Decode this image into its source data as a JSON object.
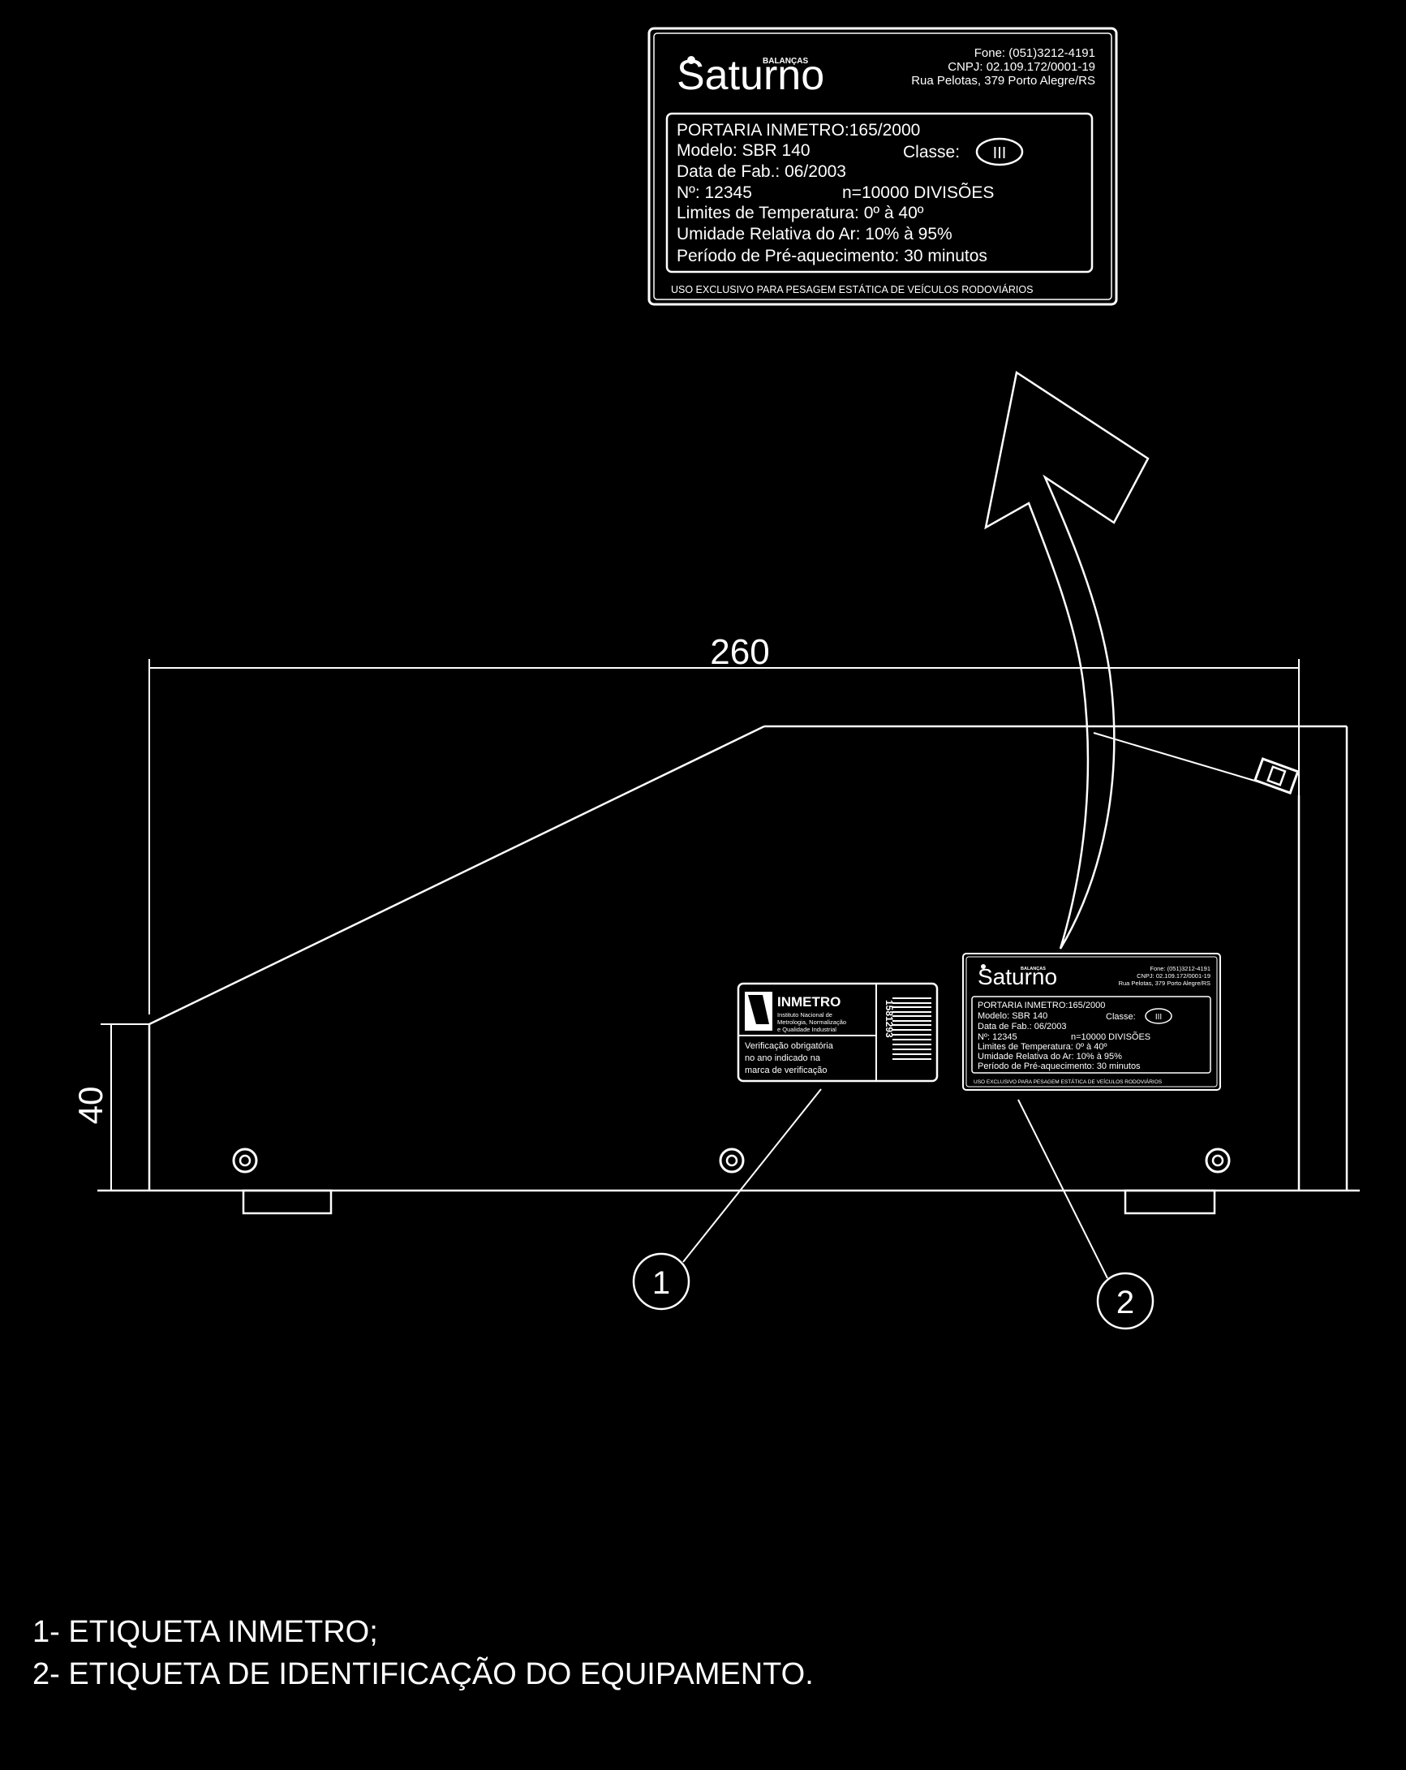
{
  "colors": {
    "background": "#000000",
    "line": "#ffffff"
  },
  "big_label": {
    "brand_small": "BALANÇAS",
    "brand": "Saturno",
    "phone": "Fone: (051)3212-4191",
    "cnpj": "CNPJ: 02.109.172/0001-19",
    "address": "Rua Pelotas, 379 Porto Alegre/RS",
    "portaria": "PORTARIA INMETRO:165/2000",
    "modelo": "Modelo: SBR 140",
    "classe_label": "Classe:",
    "classe_value": "III",
    "data_fab": "Data de Fab.: 06/2003",
    "numero": "Nº: 12345",
    "divisoes": "n=10000 DIVISÕES",
    "temperatura": "Limites de Temperatura: 0º à 40º",
    "umidade": "Umidade Relativa do Ar: 10% à 95%",
    "aquecimento": "Período de Pré-aquecimento: 30 minutos",
    "footer": "USO EXCLUSIVO PARA PESAGEM ESTÁTICA DE VEÍCULOS RODOVIÁRIOS"
  },
  "inmetro_label": {
    "title": "INMETRO",
    "line1": "Instituto Nacional de",
    "line2": "Metrologia, Normalização",
    "line3": "e Qualidade Industrial",
    "note1": "Verificação obrigatória",
    "note2": "no ano indicado na",
    "note3": "marca de verificação",
    "serial": "1581293"
  },
  "dimensions": {
    "width": "260",
    "height": "40"
  },
  "callouts": {
    "one": "1",
    "two": "2"
  },
  "legend": {
    "item1": "1- ETIQUETA INMETRO;",
    "item2": "2- ETIQUETA DE IDENTIFICAÇÃO DO EQUIPAMENTO."
  }
}
